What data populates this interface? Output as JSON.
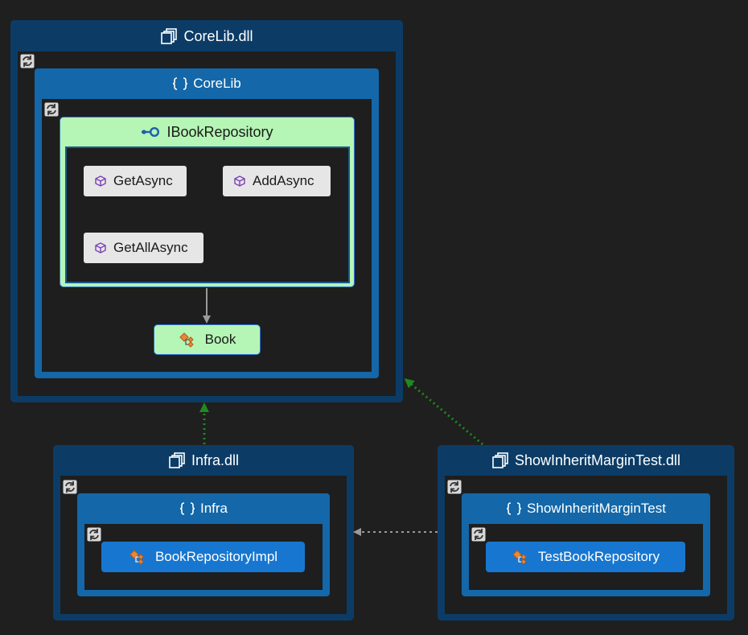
{
  "assemblies": {
    "corelib": {
      "title": "CoreLib.dll",
      "namespace": {
        "title": "CoreLib",
        "interface": {
          "title": "IBookRepository",
          "methods": [
            "GetAsync",
            "AddAsync",
            "GetAllAsync"
          ]
        },
        "class": "Book"
      }
    },
    "infra": {
      "title": "Infra.dll",
      "namespace": {
        "title": "Infra",
        "class": "BookRepositoryImpl"
      }
    },
    "test": {
      "title": "ShowInheritMarginTest.dll",
      "namespace": {
        "title": "ShowInheritMarginTest",
        "class": "TestBookRepository"
      }
    }
  },
  "colors": {
    "assembly": "#0c3c66",
    "namespace": "#1467a8",
    "interface": "#b5f5b5",
    "class": "#1777d0",
    "dependency_link": "#1f8a1f",
    "reference_link": "#9a9a9a"
  },
  "icons": {
    "assembly": "assembly-icon",
    "namespace": "namespace-icon",
    "interface": "interface-icon",
    "method": "method-cube-icon",
    "class": "class-icon",
    "toggle": "collapse-toggle-icon"
  }
}
